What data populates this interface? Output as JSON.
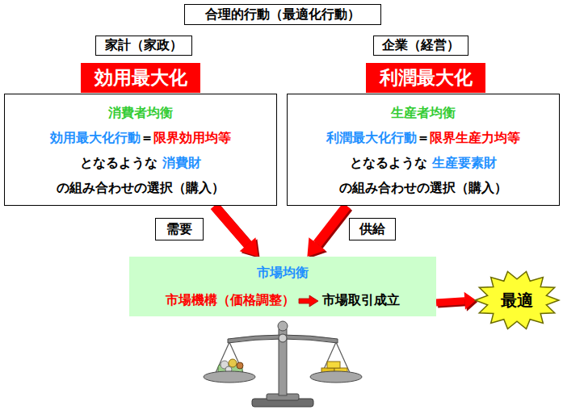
{
  "diagram": {
    "title": "合理的行動（最適化行動）",
    "nodes": [
      {
        "text": [
          "家計（家政）"
        ]
      },
      {
        "text": [
          "企業（経営）"
        ]
      },
      {
        "text": [
          "効用最大化"
        ]
      },
      {
        "text": [
          "利潤最大化"
        ]
      },
      {
        "text": [
          "消費者均衡",
          "効用最大化行動",
          "＝",
          "限界効用均等",
          "となるような",
          "消費財",
          "の組み合わせの選択（購入）"
        ]
      },
      {
        "text": [
          "生産者均衡",
          "利潤最大化行動",
          "＝",
          "限界生産力均等",
          "となるような",
          "生産要素財",
          "の組み合わせの選択（購入）"
        ]
      },
      {
        "text": [
          "市場均衡",
          "市場機構（価格調整）",
          "市場取引成立"
        ]
      },
      {
        "text": [
          "最適"
        ]
      }
    ],
    "edges": [
      {
        "from": 4,
        "to": 6,
        "arrow": "to",
        "label": "需要"
      },
      {
        "from": 5,
        "to": 6,
        "arrow": "to",
        "label": "供給"
      },
      {
        "from": 6,
        "to": 7,
        "arrow": "to"
      }
    ]
  }
}
